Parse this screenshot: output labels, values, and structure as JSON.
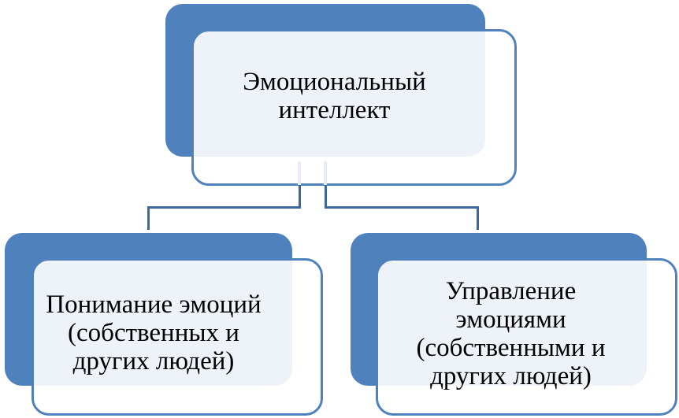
{
  "diagram": {
    "root": {
      "lines": [
        "Эмоциональный",
        "интеллект"
      ]
    },
    "children": [
      {
        "lines": [
          "Понимание эмоций",
          "(собственных и",
          "других людей)"
        ]
      },
      {
        "lines": [
          "Управление",
          "эмоциями",
          "(собственными и",
          "других людей)"
        ]
      }
    ]
  },
  "colors": {
    "accent": "#4f81bd",
    "connector": "#3d679e"
  }
}
